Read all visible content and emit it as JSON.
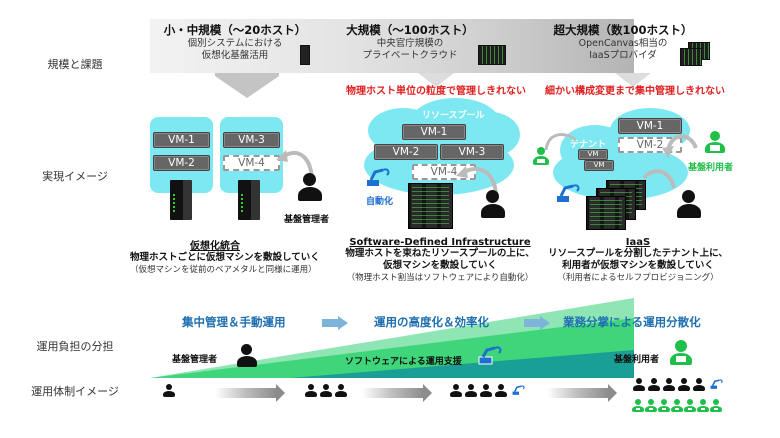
{
  "row_labels": {
    "scale": "規模と課題",
    "realization": "実現イメージ",
    "load_sharing": "運用負担の分担",
    "ops_structure": "運用体制イメージ"
  },
  "scales": [
    {
      "title": "小・中規模（〜20ホスト）",
      "sub1": "個別システムにおける",
      "sub2": "仮想化基盤活用"
    },
    {
      "title": "大規模（〜100ホスト）",
      "sub1": "中央官庁規模の",
      "sub2": "プライベートクラウド"
    },
    {
      "title": "超大規模（数100ホスト）",
      "sub1": "OpenCanvas相当の",
      "sub2": "IaaSプロバイダ"
    }
  ],
  "challenges": [
    "物理ホスト単位の粒度で管理しきれない",
    "細かい構成変更まで集中管理しきれない"
  ],
  "stage1": {
    "vms_host1": [
      "VM-1",
      "VM-2"
    ],
    "vms_host2": [
      "VM-3"
    ],
    "vm_new": "VM-4",
    "actor": "基盤管理者"
  },
  "stage2": {
    "pool_label": "リソースプール",
    "vms": [
      "VM-1",
      "VM-2",
      "VM-3"
    ],
    "vm_new": "VM-4",
    "automation": "自動化"
  },
  "stage3": {
    "tenant_label": "テナント",
    "tenant_vms": [
      "VM",
      "VM"
    ],
    "vm_existing": "VM-1",
    "vm_new": "VM-2",
    "user_label": "基盤利用者"
  },
  "descriptions": [
    {
      "title": "仮想化統合",
      "line1": "物理ホストごとに仮想マシンを敷設していく",
      "line2": "",
      "note": "（仮想マシンを従前のベアメタルと同様に運用）"
    },
    {
      "title": "Software-Defined Infrastructure",
      "line1": "物理ホストを束ねたリソースプールの上に、",
      "line2": "仮想マシンを敷設していく",
      "note": "（物理ホスト割当はソフトウェアにより自動化）"
    },
    {
      "title": "IaaS",
      "line1": "リソースプールを分割したテナント上に、",
      "line2": "利用者が仮想マシンを敷設していく",
      "note": "（利用者によるセルフプロビジョニング）"
    }
  ],
  "load_sharing": {
    "stages": [
      "集中管理＆手動運用",
      "運用の高度化＆効率化",
      "業務分掌による運用分散化"
    ],
    "admin_label": "基盤管理者",
    "software_label": "ソフトウェアによる運用支援",
    "user_label": "基盤利用者"
  },
  "ops_structure": {
    "stage1_admins": 1,
    "stage2_admins": 3,
    "stage3_admins": 4,
    "stage3_robots": 1,
    "stage4_admins": 5,
    "stage4_robots": 1,
    "stage4_users": 7
  },
  "colors": {
    "challenge_red": "#e02020",
    "stage_blue": "#1e6fb0",
    "cyan": "#7ee8f2",
    "green": "#1fbf4a",
    "band_light": "#7fe0a8",
    "band_mid": "#2fcf6e",
    "band_teal": "#1a9f96"
  }
}
